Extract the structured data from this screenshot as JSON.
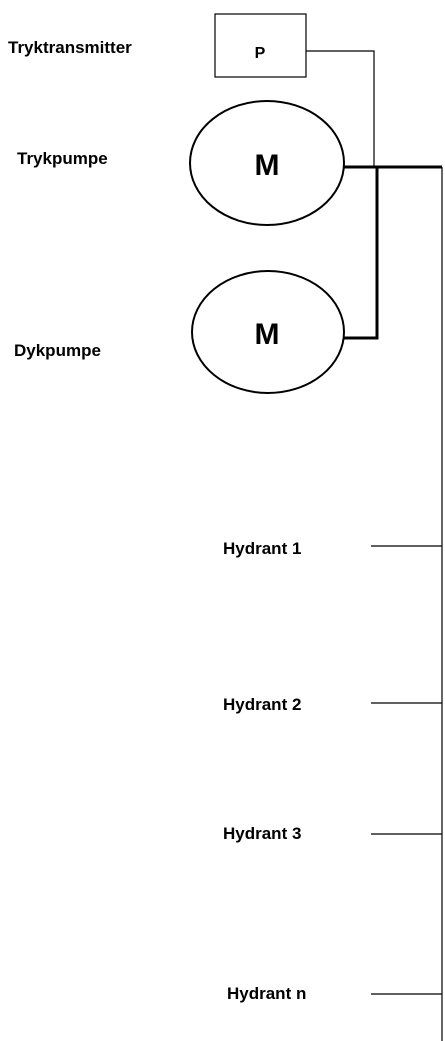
{
  "labels": {
    "transmitter": "Tryktransmitter",
    "transmitter_symbol": "P",
    "pressure_pump": "Trykpumpe",
    "pressure_pump_symbol": "M",
    "submersible_pump": "Dykpumpe",
    "submersible_pump_symbol": "M"
  },
  "hydrants": [
    "Hydrant 1",
    "Hydrant 2",
    "Hydrant 3",
    "Hydrant n"
  ]
}
